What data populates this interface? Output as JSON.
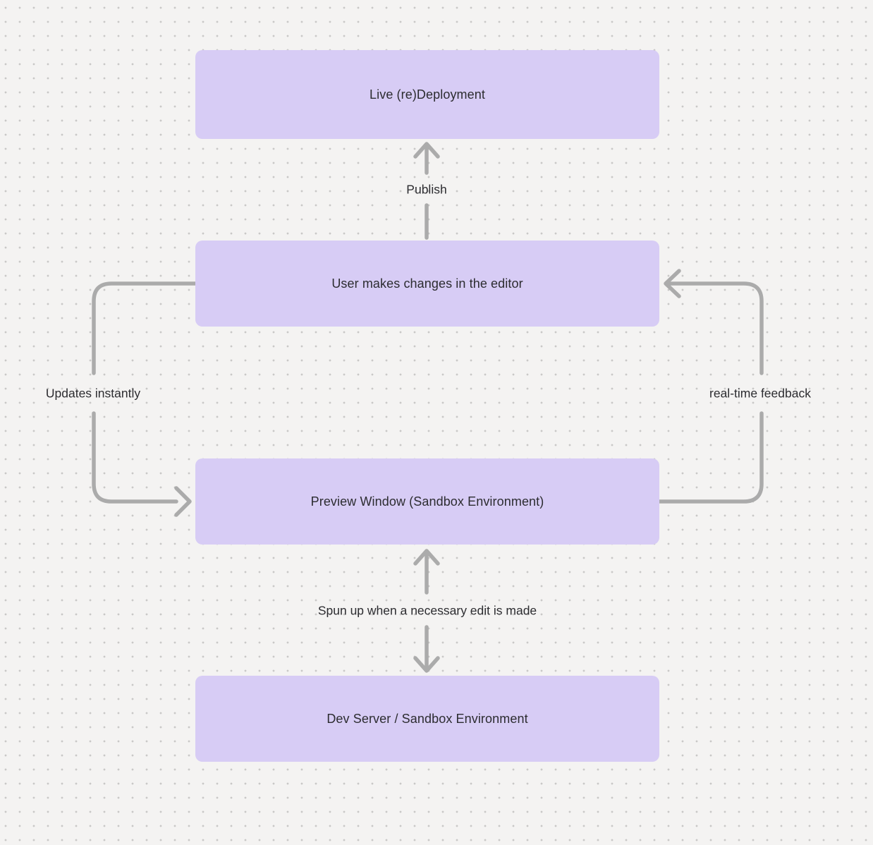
{
  "theme": {
    "bg": "#f4f3f2",
    "dot": "#c9c8c7",
    "accent": "#d7ccf5",
    "arrow": "#ababab",
    "text": "#2c2c30"
  },
  "diagram": {
    "type": "flowchart",
    "nodes": [
      {
        "id": "live-redeployment",
        "label": "Live (re)Deployment"
      },
      {
        "id": "user-editor",
        "label": "User makes changes in the editor"
      },
      {
        "id": "preview-window",
        "label": "Preview Window (Sandbox Environment)"
      },
      {
        "id": "dev-server",
        "label": "Dev Server / Sandbox Environment"
      }
    ],
    "edges": [
      {
        "id": "publish",
        "from": "user-editor",
        "to": "live-redeployment",
        "label": "Publish"
      },
      {
        "id": "updates-instantly",
        "from": "user-editor",
        "to": "preview-window",
        "label": "Updates instantly"
      },
      {
        "id": "real-time-feedback",
        "from": "preview-window",
        "to": "user-editor",
        "label": "real-time feedback"
      },
      {
        "id": "spun-up",
        "from": "dev-server",
        "to": "preview-window",
        "label": "Spun up when a necessary edit is made",
        "bidirectional": true
      }
    ]
  }
}
